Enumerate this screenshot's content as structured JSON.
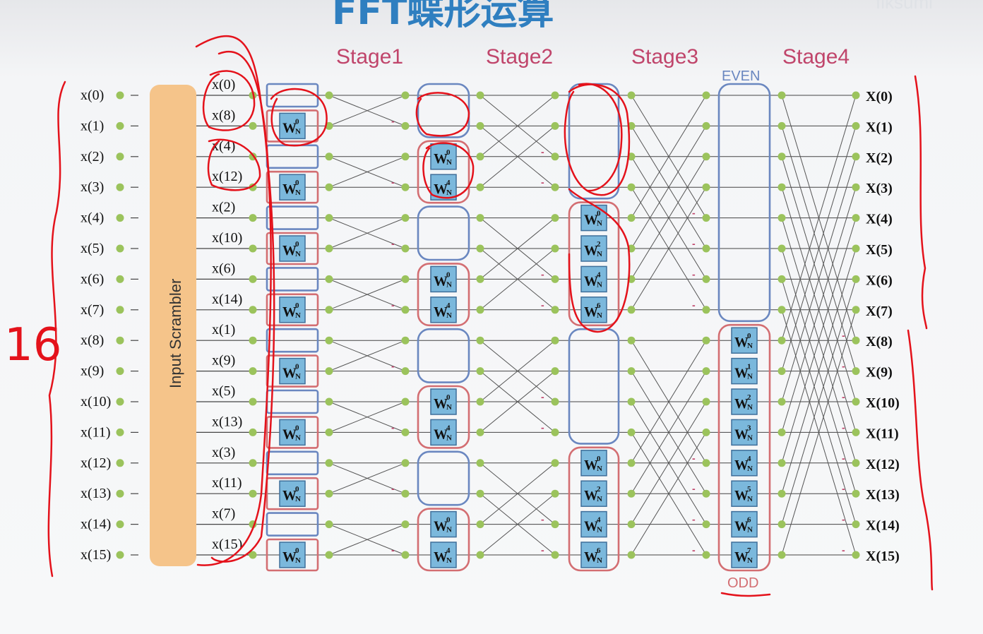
{
  "title": "FFT蝶形运算",
  "watermark": "fiksumi",
  "stages": [
    "Stage1",
    "Stage2",
    "Stage3",
    "Stage4"
  ],
  "even_label": "EVEN",
  "odd_label": "ODD",
  "scrambler_label": "Input Scrambler",
  "inputs": [
    "x(0)",
    "x(1)",
    "x(2)",
    "x(3)",
    "x(4)",
    "x(5)",
    "x(6)",
    "x(7)",
    "x(8)",
    "x(9)",
    "x(10)",
    "x(11)",
    "x(12)",
    "x(13)",
    "x(14)",
    "x(15)"
  ],
  "scrambled": [
    "x(0)",
    "x(8)",
    "x(4)",
    "x(12)",
    "x(2)",
    "x(10)",
    "x(6)",
    "x(14)",
    "x(1)",
    "x(9)",
    "x(5)",
    "x(13)",
    "x(3)",
    "x(11)",
    "x(7)",
    "x(15)"
  ],
  "outputs": [
    "X(0)",
    "X(1)",
    "X(2)",
    "X(3)",
    "X(4)",
    "X(5)",
    "X(6)",
    "X(7)",
    "X(8)",
    "X(9)",
    "X(10)",
    "X(11)",
    "X(12)",
    "X(13)",
    "X(14)",
    "X(15)"
  ],
  "twiddle": {
    "base": "W",
    "sub": "N"
  },
  "stage_twiddles": [
    [
      0
    ],
    [
      0,
      4
    ],
    [
      0,
      2,
      4,
      6
    ],
    [
      0,
      1,
      2,
      3,
      4,
      5,
      6,
      7
    ]
  ],
  "annotation": "16",
  "colors": {
    "title": "#2f7fc0",
    "stage": "#c0456b",
    "blue": "#6a87c0",
    "red": "#d36e72",
    "tw_fill": "#7bb8dc",
    "dot": "#9bc35c",
    "ink": "#e4121b",
    "scrambler": "#f5c48a"
  }
}
